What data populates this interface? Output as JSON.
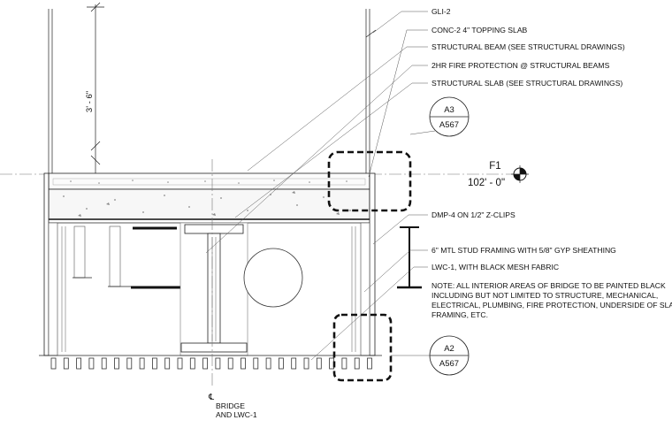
{
  "notes": {
    "gli": "GLI-2",
    "topping_slab": "CONC-2 4\" TOPPING SLAB",
    "structural_beam": "STRUCTURAL BEAM (SEE STRUCTURAL DRAWINGS)",
    "fire_protection": "2HR FIRE PROTECTION @ STRUCTURAL BEAMS",
    "structural_slab": "STRUCTURAL SLAB (SEE STRUCTURAL DRAWINGS)",
    "dmp": "DMP-4 ON 1/2\" Z-CLIPS",
    "stud_framing": "6\" MTL STUD FRAMING WITH 5/8\" GYP SHEATHING",
    "lwc": "LWC-1, WITH BLACK MESH FABRIC",
    "paint_note": [
      "NOTE: ALL INTERIOR AREAS OF BRIDGE TO BE PAINTED BLACK",
      "INCLUDING BUT NOT LIMITED TO STRUCTURE, MECHANICAL,",
      "ELECTRICAL, PLUMBING, FIRE PROTECTION, UNDERSIDE OF SLAB,",
      "FRAMING, ETC."
    ]
  },
  "dimension": {
    "label": "3' - 6\""
  },
  "level": {
    "name": "F1",
    "elevation": "102' - 0\""
  },
  "detail_tags": [
    {
      "detail": "A3",
      "sheet": "A567"
    },
    {
      "detail": "A2",
      "sheet": "A567"
    }
  ],
  "centerline": {
    "symbol": "℄",
    "lines": [
      "BRIDGE",
      "AND LWC-1"
    ]
  }
}
